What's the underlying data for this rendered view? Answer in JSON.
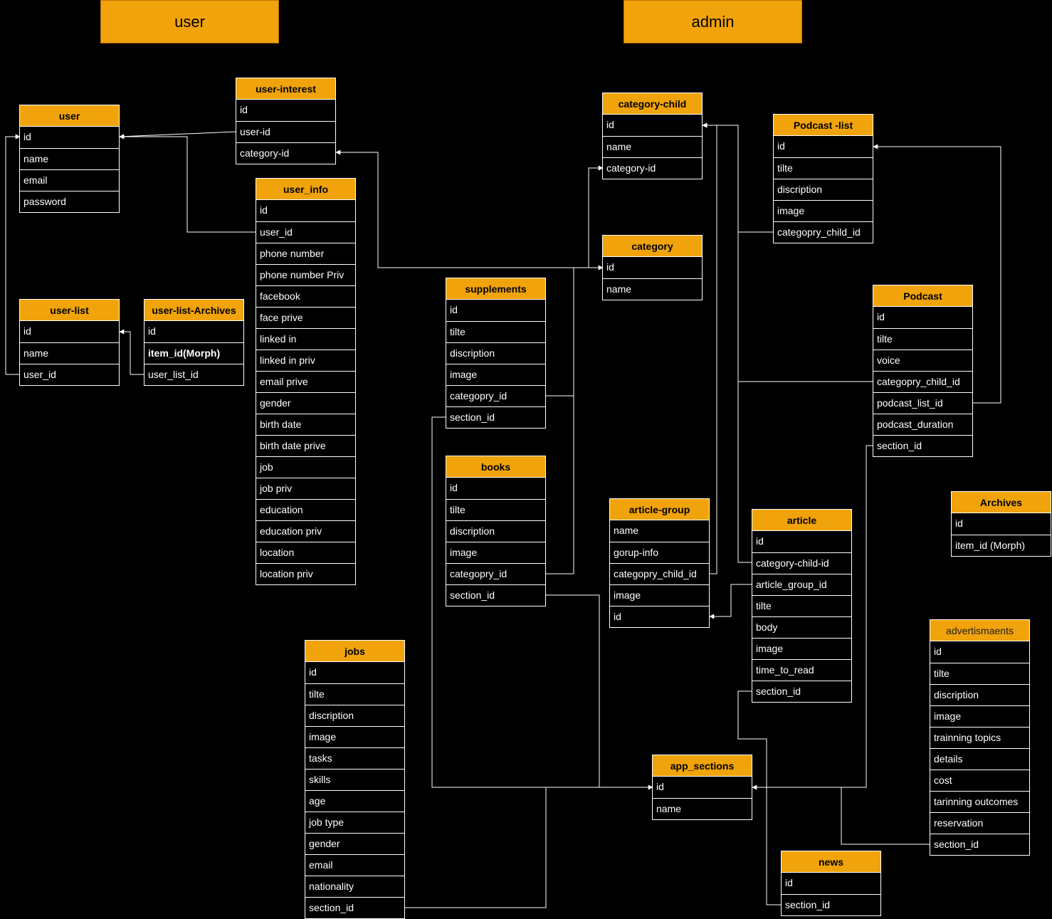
{
  "banners": [
    {
      "key": "user",
      "label": "user"
    },
    {
      "key": "admin",
      "label": "admin"
    }
  ],
  "tables": {
    "user": {
      "title": "user",
      "fields": [
        "id",
        "name",
        "email",
        "password"
      ]
    },
    "user_interest": {
      "title": "user-interest",
      "fields": [
        "id",
        "user-id",
        "category-id"
      ]
    },
    "user_info": {
      "title": "user_info",
      "fields": [
        "id",
        "user_id",
        "phone number",
        "phone number Priv",
        "facebook",
        "face prive",
        "linked in",
        "linked in priv",
        "email prive",
        "gender",
        "birth date",
        "birth date prive",
        "job",
        "job priv",
        "education",
        "education priv",
        "location",
        "location priv"
      ]
    },
    "user_list": {
      "title": "user-list",
      "fields": [
        "id",
        "name",
        "user_id"
      ]
    },
    "user_list_archives": {
      "title": "user-list-Archives",
      "fields": [
        "id",
        "item_id(Morph)",
        "user_list_id"
      ]
    },
    "category_child": {
      "title": "category-child",
      "fields": [
        "id",
        "name",
        "category-id"
      ]
    },
    "category": {
      "title": "category",
      "fields": [
        "id",
        "name"
      ]
    },
    "podcast_list": {
      "title": "Podcast -list",
      "fields": [
        "id",
        "tilte",
        "discription",
        "image",
        "categopry_child_id"
      ]
    },
    "podcast": {
      "title": "Podcast",
      "fields": [
        "id",
        "tilte",
        "voice",
        "categopry_child_id",
        "podcast_list_id",
        "podcast_duration",
        "section_id"
      ]
    },
    "supplements": {
      "title": "supplements",
      "fields": [
        "id",
        "tilte",
        "discription",
        "image",
        "categopry_id",
        "section_id"
      ]
    },
    "books": {
      "title": "books",
      "fields": [
        "id",
        "tilte",
        "discription",
        "image",
        "categopry_id",
        "section_id"
      ]
    },
    "article_group": {
      "title": "article-group",
      "fields": [
        "name",
        "gorup-info",
        "categopry_child_id",
        "image",
        "id"
      ]
    },
    "article": {
      "title": "article",
      "fields": [
        "id",
        "category-child-id",
        "article_group_id",
        "tilte",
        "body",
        "image",
        "time_to_read",
        "section_id"
      ]
    },
    "archives": {
      "title": "Archives",
      "fields": [
        "id",
        "item_id (Morph)"
      ]
    },
    "advertisments": {
      "title": "advertismaents",
      "fields": [
        "id",
        "tilte",
        "discription",
        "image",
        "trainning topics",
        "details",
        "cost",
        "tarinning outcomes",
        "reservation",
        "section_id"
      ]
    },
    "jobs": {
      "title": "jobs",
      "fields": [
        "id",
        "tilte",
        "discription",
        "image",
        "tasks",
        "skills",
        "age",
        "job type",
        "gender",
        "email",
        "nationality",
        "section_id"
      ]
    },
    "app_sections": {
      "title": "app_sections",
      "fields": [
        "id",
        "name"
      ]
    },
    "news": {
      "title": "news",
      "fields": [
        "id",
        "section_id"
      ]
    }
  },
  "colors": {
    "header": "#f0a30a",
    "line": "#ffffff",
    "background": "#000000"
  }
}
